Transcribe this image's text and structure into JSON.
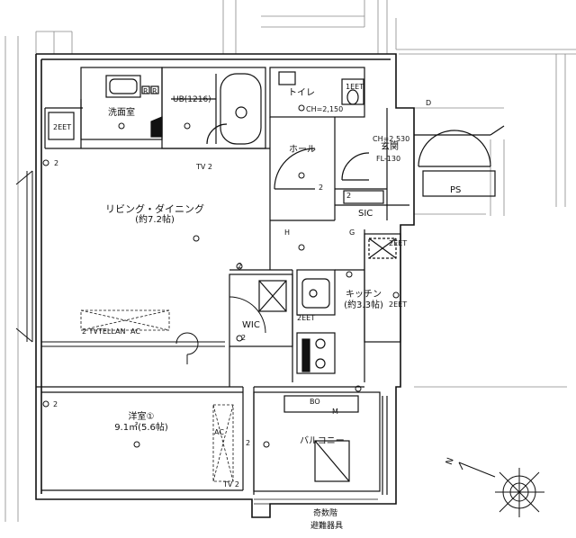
{
  "rooms": {
    "washroom": "洗面室",
    "unit_bath": "UB(1216)",
    "toilet": "トイレ",
    "toilet_ch": "CH=2,150",
    "hall": "ホール",
    "entrance": "玄関",
    "entrance_ch": "CH=2,530",
    "entrance_fl": "FL-130",
    "sic": "SIC",
    "ps": "PS",
    "living_line1": "リビング・ダイニング",
    "living_line2": "(約7.2帖)",
    "kitchen_line1": "キッチン",
    "kitchen_line2": "(約3.3帖)",
    "wic": "WIC",
    "western_line1": "洋室①",
    "western_line2": "9.1㎡(5.6帖)",
    "balcony": "バルコニー"
  },
  "fixtures": {
    "two_eet_a": "2EET",
    "two_eet_b": "1EET",
    "two_eet_c": "2EET",
    "two_eet_d": "2EET",
    "two_eet_e": "2EET",
    "tv_upper": "TV 2",
    "tv_lower": "TV 2",
    "tvtel_lan": "2 TVTELLAN",
    "ac_living": "AC",
    "ac_western": "AC",
    "bo": "BO",
    "m": "M",
    "r1": "R",
    "r2": "R",
    "h": "H",
    "g": "G",
    "d": "D",
    "two_1": "2",
    "two_2": "2",
    "two_3": "2",
    "two_4": "2",
    "two_5": "2",
    "two_6": "2",
    "two_7": "2"
  },
  "notes": {
    "odd_floor": "奇数階",
    "evac": "避難器具"
  },
  "compass": {
    "north": "N"
  }
}
